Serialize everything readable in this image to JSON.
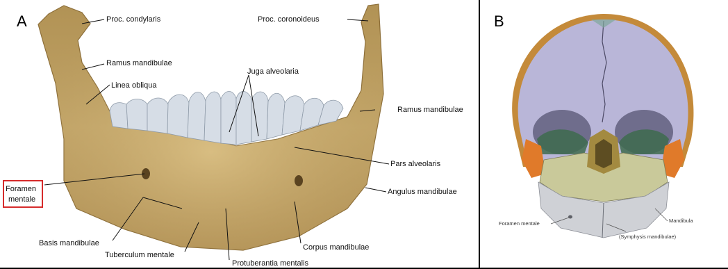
{
  "panel_a": {
    "letter": "A",
    "labels": {
      "proc_condylaris": "Proc. condylaris",
      "proc_coronoideus": "Proc. coronoideus",
      "ramus_mandibulae_left": "Ramus mandibulae",
      "linea_obliqua": "Linea obliqua",
      "juga_alveolaria": "Juga alveolaria",
      "ramus_mandibulae_right": "Ramus mandibulae",
      "pars_alveolaris": "Pars alveolaris",
      "foramen_mentale_line1": "Foramen",
      "foramen_mentale_line2": "mentale",
      "angulus_mandibulae": "Angulus mandibulae",
      "basis_mandibulae": "Basis mandibulae",
      "corpus_mandibulae": "Corpus mandibulae",
      "tuberculum_mentale": "Tuberculum mentale",
      "protuberantia_mentalis": "Protuberantia mentalis"
    },
    "highlight_color": "#d62b2b",
    "bone_color": "#c7a867",
    "teeth_color": "#d6dde6"
  },
  "panel_b": {
    "letter": "B",
    "labels": {
      "foramen_mentale": "Foramen mentale",
      "mandibula": "Mandibula",
      "symphysis_mandibulae": "(Symphysis mandibulae)"
    },
    "skull_color": "#b9b6d8",
    "mandible_color": "#cfd1d6"
  }
}
